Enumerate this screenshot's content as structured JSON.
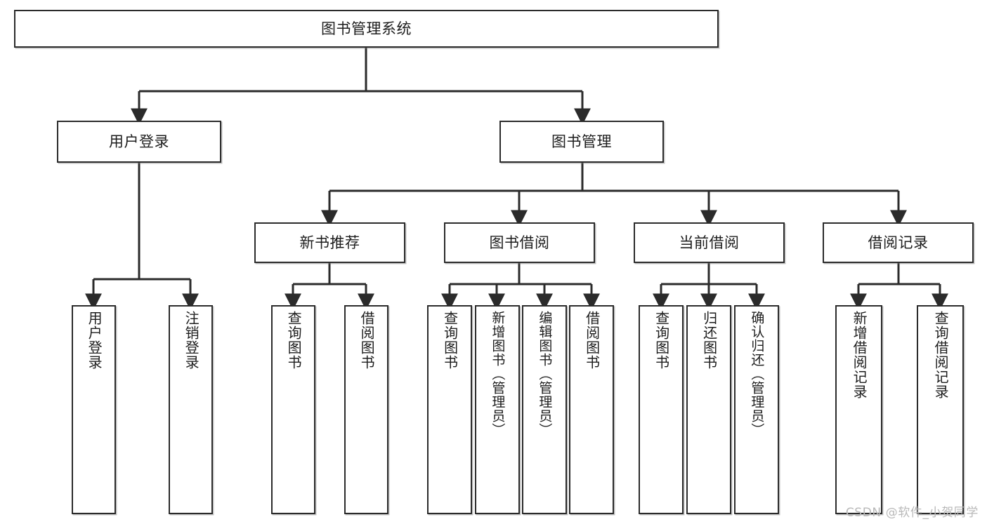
{
  "diagram": {
    "type": "tree-hierarchy-chart",
    "title": "图书管理系统",
    "watermark": "CSDN @软件_小贺同学",
    "colors": {
      "box_border": "#2b2b2b",
      "box_fill": "#ffffff",
      "connector": "#2b2b2b",
      "text": "#1d1d1d",
      "watermark": "#b9b9b9"
    },
    "levels": {
      "root": {
        "label": "图书管理系统"
      },
      "level2": [
        {
          "label": "用户登录"
        },
        {
          "label": "图书管理"
        }
      ],
      "level3": [
        {
          "label": "新书推荐"
        },
        {
          "label": "图书借阅"
        },
        {
          "label": "当前借阅"
        },
        {
          "label": "借阅记录"
        }
      ],
      "leaves": {
        "user_login": [
          {
            "label": "用户登录"
          },
          {
            "label": "注销登录"
          }
        ],
        "new_book_recommend": [
          {
            "label": "查询图书"
          },
          {
            "label": "借阅图书"
          }
        ],
        "book_borrow": [
          {
            "label": "查询图书"
          },
          {
            "label": "新增图书（管理员）"
          },
          {
            "label": "编辑图书（管理员）"
          },
          {
            "label": "借阅图书"
          }
        ],
        "current_borrow": [
          {
            "label": "查询图书"
          },
          {
            "label": "归还图书"
          },
          {
            "label": "确认归还（管理员）"
          }
        ],
        "borrow_record": [
          {
            "label": "新增借阅记录"
          },
          {
            "label": "查询借阅记录"
          }
        ]
      }
    }
  }
}
